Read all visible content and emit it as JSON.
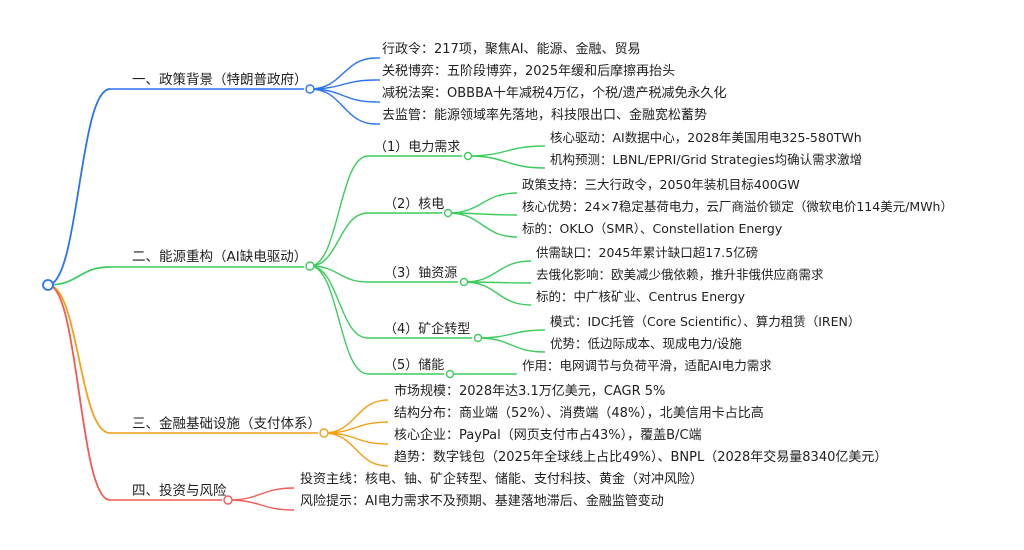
{
  "mindmap": {
    "branches": [
      {
        "label": "一、政策背景（特朗普政府）",
        "color": "#2a73f4",
        "children": [
          {
            "label": "行政令：217项，聚焦AI、能源、金融、贸易"
          },
          {
            "label": "关税博弈：五阶段博弈，2025年缓和后摩擦再抬头"
          },
          {
            "label": "减税法案：OBBBA十年减税4万亿，个税/遗产税减免永久化"
          },
          {
            "label": "去监管：能源领域率先落地，科技限出口、金融宽松蓄势"
          }
        ]
      },
      {
        "label": "二、能源重构（AI缺电驱动）",
        "color": "#3ccc5c",
        "children": [
          {
            "label": "（1）电力需求",
            "children": [
              {
                "label": "核心驱动：AI数据中心，2028年美国用电325-580TWh"
              },
              {
                "label": "机构预测：LBNL/EPRI/Grid Strategies均确认需求激增"
              }
            ]
          },
          {
            "label": "（2）核电",
            "children": [
              {
                "label": "政策支持：三大行政令，2050年装机目标400GW"
              },
              {
                "label": "核心优势：24×7稳定基荷电力，云厂商溢价锁定（微软电价114美元/MWh）"
              },
              {
                "label": "标的：OKLO（SMR）、Constellation Energy"
              }
            ]
          },
          {
            "label": "（3）铀资源",
            "children": [
              {
                "label": "供需缺口：2045年累计缺口超17.5亿磅"
              },
              {
                "label": "去俄化影响：欧美减少俄依赖，推升非俄供应商需求"
              },
              {
                "label": "标的：中广核矿业、Centrus Energy"
              }
            ]
          },
          {
            "label": "（4）矿企转型",
            "children": [
              {
                "label": "模式：IDC托管（Core Scientific）、算力租赁（IREN）"
              },
              {
                "label": "优势：低边际成本、现成电力/设施"
              }
            ]
          },
          {
            "label": "（5）储能",
            "children": [
              {
                "label": "作用：电网调节与负荷平滑，适配AI电力需求"
              }
            ]
          }
        ]
      },
      {
        "label": "三、金融基础设施（支付体系）",
        "color": "#f2a017",
        "children": [
          {
            "label": "市场规模：2028年达3.1万亿美元，CAGR 5%"
          },
          {
            "label": "结构分布：商业端（52%）、消费端（48%），北美信用卡占比高"
          },
          {
            "label": "核心企业：PayPal（网页支付市占43%），覆盖B/C端"
          },
          {
            "label": "趋势：数字钱包（2025年全球线上占比49%）、BNPL（2028年交易量8340亿美元）"
          }
        ]
      },
      {
        "label": "四、投资与风险",
        "color": "#ef5a52",
        "children": [
          {
            "label": "投资主线：核电、铀、矿企转型、储能、支付科技、黄金（对冲风险）"
          },
          {
            "label": "风险提示：AI电力需求不及预期、基建落地滞后、金融监管变动"
          }
        ]
      }
    ]
  }
}
